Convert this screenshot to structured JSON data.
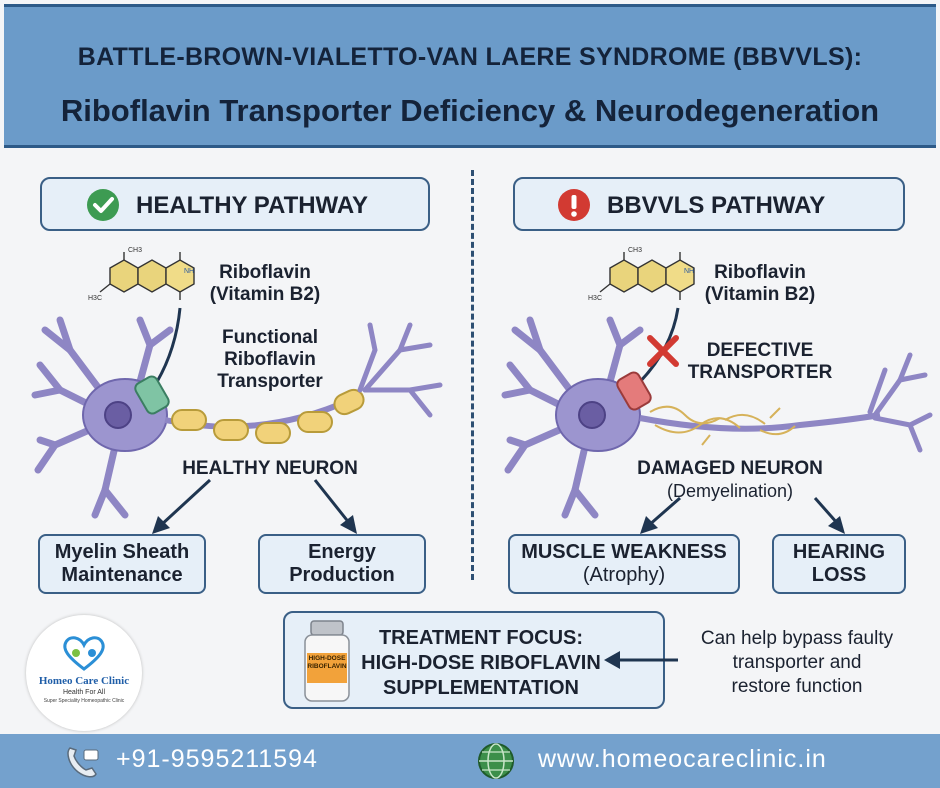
{
  "header": {
    "title_line1": "BATTLE-BROWN-VIALETTO-VAN LAERE SYNDROME (BBVVLS):",
    "title_line2": "Riboflavin Transporter Deficiency & Neurodegeneration"
  },
  "healthy": {
    "heading": "HEALTHY PATHWAY",
    "molecule_label": "Riboflavin\n(Vitamin B2)",
    "transporter_label": "Functional\nRiboflavin\nTransporter",
    "neuron_label": "HEALTHY NEURON",
    "outcomes": [
      "Myelin Sheath\nMaintenance",
      "Energy\nProduction"
    ]
  },
  "bbvvls": {
    "heading": "BBVVLS PATHWAY",
    "molecule_label": "Riboflavin\n(Vitamin B2)",
    "transporter_label": "DEFECTIVE\nTRANSPORTER",
    "neuron_label": "DAMAGED NEURON",
    "neuron_sub": "(Demyelination)",
    "outcome1_title": "MUSCLE WEAKNESS",
    "outcome1_sub": "(Atrophy)",
    "outcome2": "HEARING\nLOSS"
  },
  "treatment": {
    "bottle_label": "HIGH-DOSE\nRIBOFLAVIN",
    "title": "TREATMENT FOCUS:",
    "line2": "HIGH-DOSE RIBOFLAVIN",
    "line3": "SUPPLEMENTATION",
    "note": "Can help bypass faulty\ntransporter and\nrestore function"
  },
  "logo": {
    "name": "Homeo Care Clinic",
    "tagline": "Health For All",
    "sub": "Super Speciality Homeopathic Clinic"
  },
  "footer": {
    "phone": "+91-9595211594",
    "website": "www.homeocareclinic.in"
  },
  "colors": {
    "header_bg": "#6b9bc9",
    "box_bg": "#e6eff8",
    "box_border": "#3a5f86",
    "neuron": "#8e86c4",
    "myelin": "#f1d27a",
    "transporter_ok": "#7fc4a4",
    "transporter_bad": "#e47b7b",
    "check_green": "#3d9b52",
    "alert_red": "#d23a32",
    "footer_bg": "#74a1cd"
  }
}
